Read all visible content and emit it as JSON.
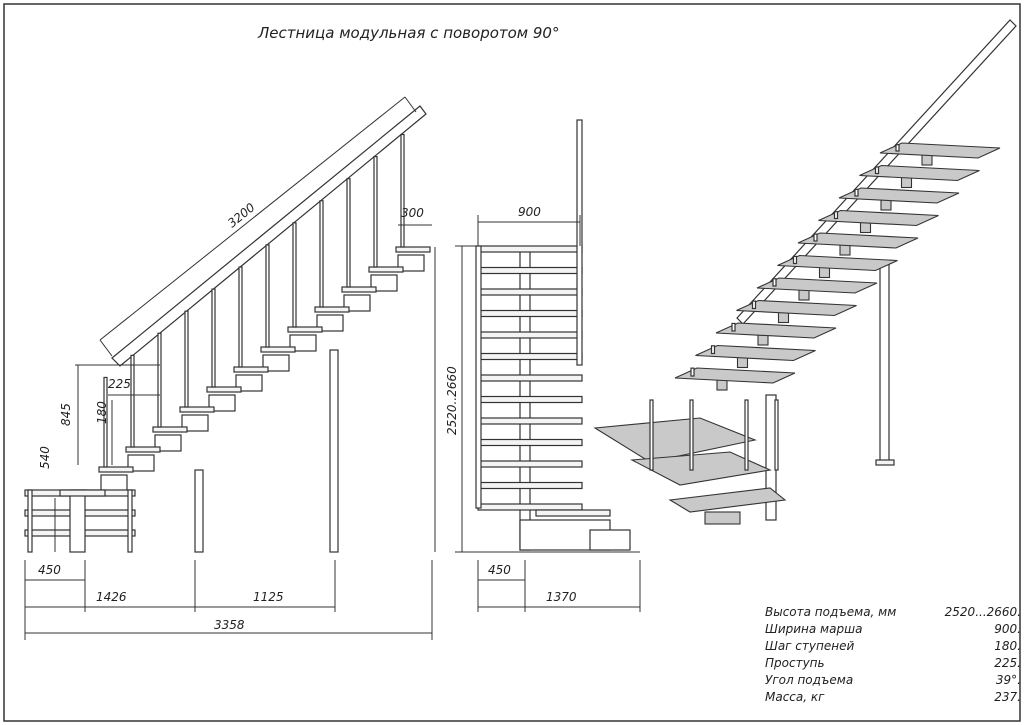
{
  "title": "Лестница модульная с поворотом 90°",
  "side_view": {
    "handrail_length": "3200",
    "top_tread": "300",
    "tread_depth": "225",
    "step_height": "180",
    "rail_height": "845",
    "landing_height": "540",
    "landing_width": "450",
    "lower_length": "1426",
    "upper_length": "1125",
    "total_length": "3358"
  },
  "front_view": {
    "march_width": "900",
    "height_range": "2520..2660",
    "landing_width": "450",
    "total_width": "1370"
  },
  "specs": [
    {
      "label": "Высота подъема, мм",
      "value": "2520...2660."
    },
    {
      "label": "Ширина марша",
      "value": "900."
    },
    {
      "label": "Шаг ступеней",
      "value": "180."
    },
    {
      "label": "Проступь",
      "value": "225."
    },
    {
      "label": "Угол подъема",
      "value": "39°."
    },
    {
      "label": "Масса, кг",
      "value": "237."
    }
  ]
}
